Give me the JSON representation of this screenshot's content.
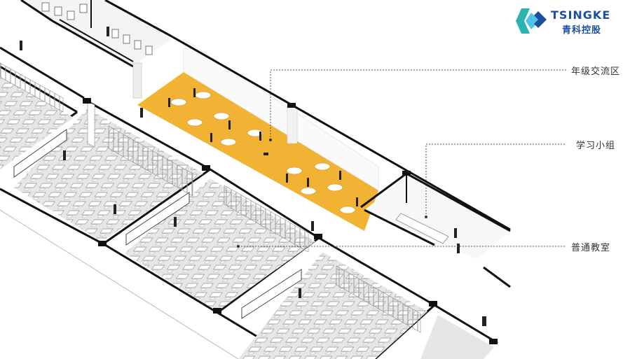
{
  "logo": {
    "name_en": "TSINGKE",
    "name_cn": "青科控股",
    "colors": {
      "teal": "#2bb3b1",
      "blue": "#1e4f9c",
      "cyan": "#4fc3e6"
    }
  },
  "annotations": [
    {
      "id": "grade-exchange",
      "text": "年级交流区"
    },
    {
      "id": "study-group",
      "text": "学习小组"
    },
    {
      "id": "classroom",
      "text": "普通教室"
    }
  ],
  "colors": {
    "exchange_area": "#f2b233",
    "room_floor": "#e6e6e6",
    "wall": "#111111",
    "leader": "#555555"
  }
}
